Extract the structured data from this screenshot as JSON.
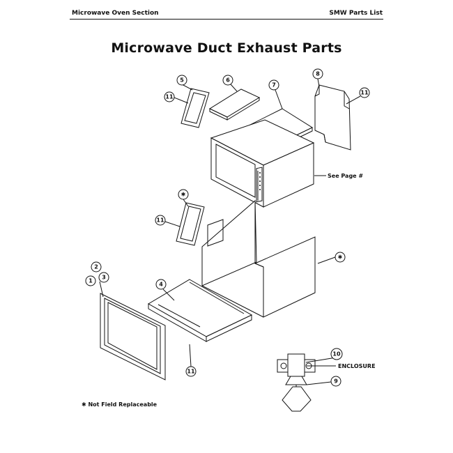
{
  "header": {
    "left": "Microwave Oven Section",
    "right": "SMW Parts List"
  },
  "title": "Microwave Duct Exhaust Parts",
  "callouts": {
    "see_page": "See Page #",
    "enclosure": "ENCLOSURE"
  },
  "footnote": "✱  Not Field Replaceable",
  "part_numbers": {
    "n1": "1",
    "n2": "2",
    "n3": "3",
    "n4": "4",
    "n5": "5",
    "n6": "6",
    "n7": "7",
    "n8": "8",
    "n9": "9",
    "n10": "10",
    "n11a": "11",
    "n11b": "11",
    "n11c": "11",
    "n11d": "11",
    "star_a": "✱",
    "star_b": "✱"
  }
}
